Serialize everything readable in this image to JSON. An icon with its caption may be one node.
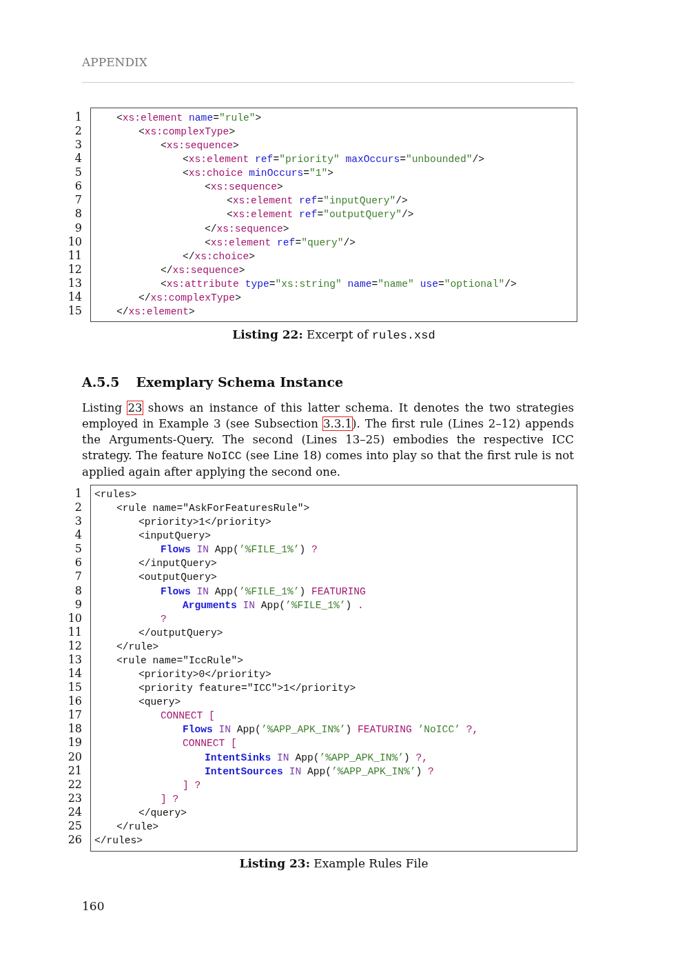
{
  "diagram": {
    "nodes": [
      {
        "text": [
          "<xs:element name=\"rule\">",
          "<xs:complexType>",
          "<xs:sequence>",
          "<xs:element ref=\"priority\" maxOccurs=\"unbounded\"/>",
          "<xs:choice minOccurs=\"1\">",
          "<xs:sequence>",
          "<xs:element ref=\"inputQuery\"/>",
          "<xs:element ref=\"outputQuery\"/>",
          "</xs:sequence>",
          "<xs:element ref=\"query\"/>",
          "</xs:choice>",
          "</xs:sequence>",
          "<xs:attribute type=\"xs:string\" name=\"name\" use=\"optional\"/>",
          "</xs:complexType>",
          "</xs:element>"
        ],
        "beside": [
          "1",
          "2",
          "3",
          "4",
          "5",
          "6",
          "7",
          "8",
          "9",
          "10",
          "11",
          "12",
          "13",
          "14",
          "15"
        ]
      },
      {
        "text": [
          "<rules>",
          "<rule name=\"AskForFeaturesRule\">",
          "<priority>1</priority>",
          "<inputQuery>",
          "Flows IN App(’%FILE_1%’) ?",
          "</inputQuery>",
          "<outputQuery>",
          "Flows IN App(’%FILE_1%’) FEATURING",
          "Arguments IN App(’%FILE_1%’) .",
          "?",
          "</outputQuery>",
          "</rule>",
          "<rule name=\"IccRule\">",
          "<priority>0</priority>",
          "<priority feature=\"ICC\">1</priority>",
          "<query>",
          "CONNECT [",
          "Flows IN App(’%APP_APK_IN%’) FEATURING ’NoICC’ ?,",
          "CONNECT [",
          "IntentSinks IN App(’%APP_APK_IN%’) ?,",
          "IntentSources IN App(’%APP_APK_IN%’) ?",
          "] ?",
          "] ?",
          "</query>",
          "</rule>",
          "</rules>"
        ],
        "beside": [
          "1",
          "2",
          "3",
          "4",
          "5",
          "6",
          "7",
          "8",
          "9",
          "10",
          "11",
          "12",
          "13",
          "14",
          "15",
          "16",
          "17",
          "18",
          "19",
          "20",
          "21",
          "22",
          "23",
          "24",
          "25",
          "26"
        ]
      }
    ],
    "labels": [
      "APPENDIX",
      "**Listing 22:** Excerpt of rules.xsd",
      "A.5.5 Exemplary Schema Instance",
      "Listing 23 shows an instance of this latter schema. It denotes the two strategies employed in Example 3 (see Subsection 3.3.1). The first rule (Lines 2–12) appends the Arguments-Query. The second (Lines 13–25) embodies the respective ICC strategy. The feature NoICC (see Line 18) comes into play so that the first rule is not applied again after applying the second one.",
      "**Listing 23:** Example Rules File",
      "160"
    ]
  }
}
